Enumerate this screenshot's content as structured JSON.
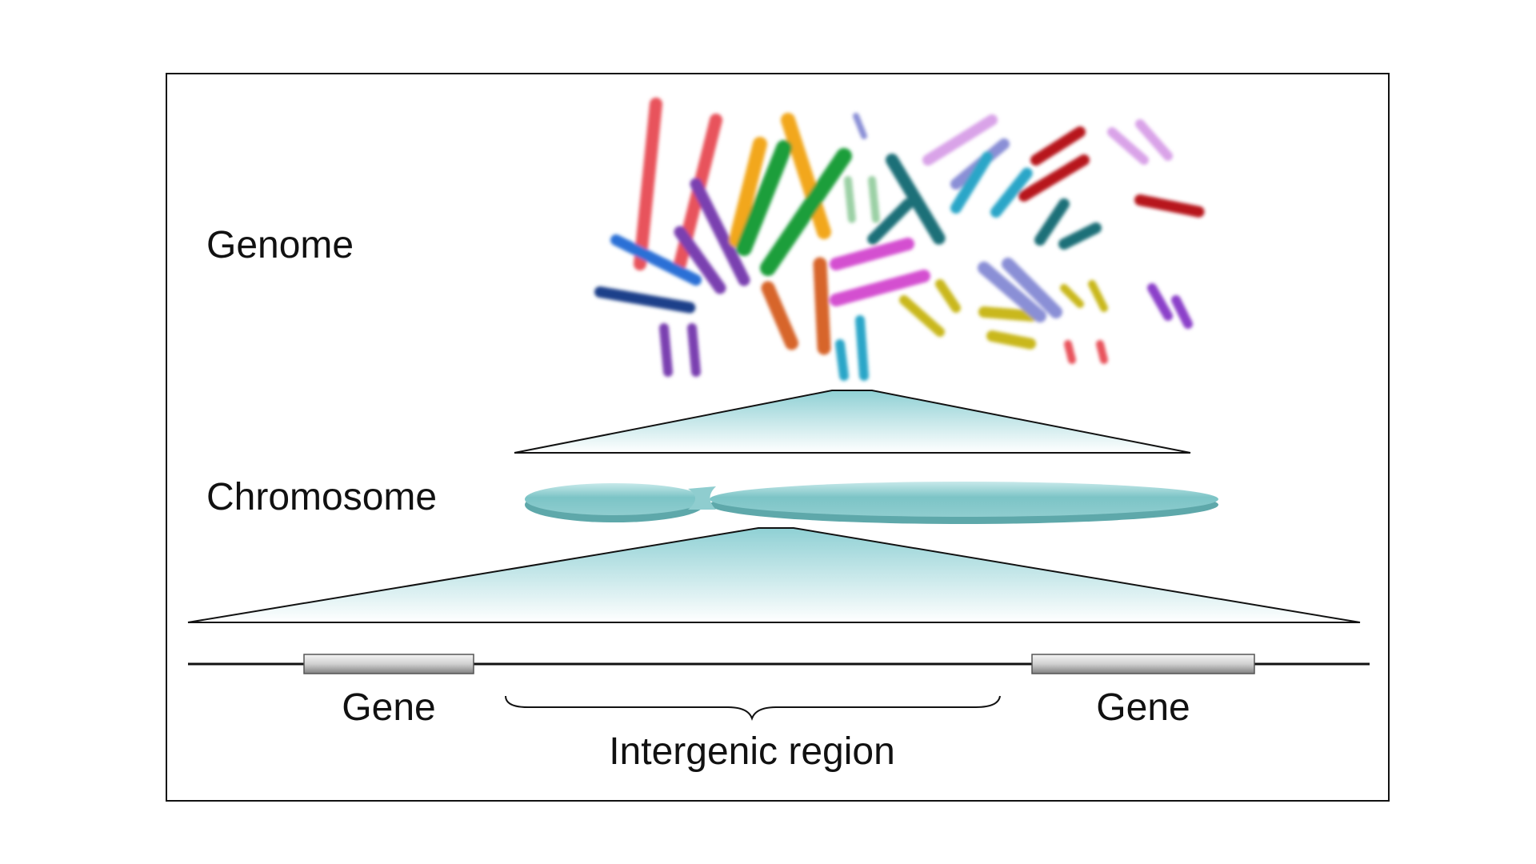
{
  "labels": {
    "genome": "Genome",
    "chromosome": "Chromosome",
    "gene_left": "Gene",
    "gene_right": "Gene",
    "intergenic": "Intergenic region"
  },
  "colors": {
    "frame": "#111111",
    "chromosome_fill": "#8ecfcf",
    "chromosome_dark": "#4e9ea0",
    "zoom_fill": "#b6e0e2",
    "gene_bar": "#a9a9a9",
    "karyotype": [
      "#e8525c",
      "#7a3fb0",
      "#1b9e3a",
      "#f2a71c",
      "#2a6fd6",
      "#1f3f8a",
      "#2aa6c8",
      "#1f6f78",
      "#d44fd0",
      "#b7141e",
      "#c9b81b",
      "#d7652a",
      "#9bd0a5",
      "#8b3fc9",
      "#d9a3e8",
      "#8a8fd6"
    ]
  },
  "icons": {
    "karyotype": "karyotype-illustration"
  }
}
